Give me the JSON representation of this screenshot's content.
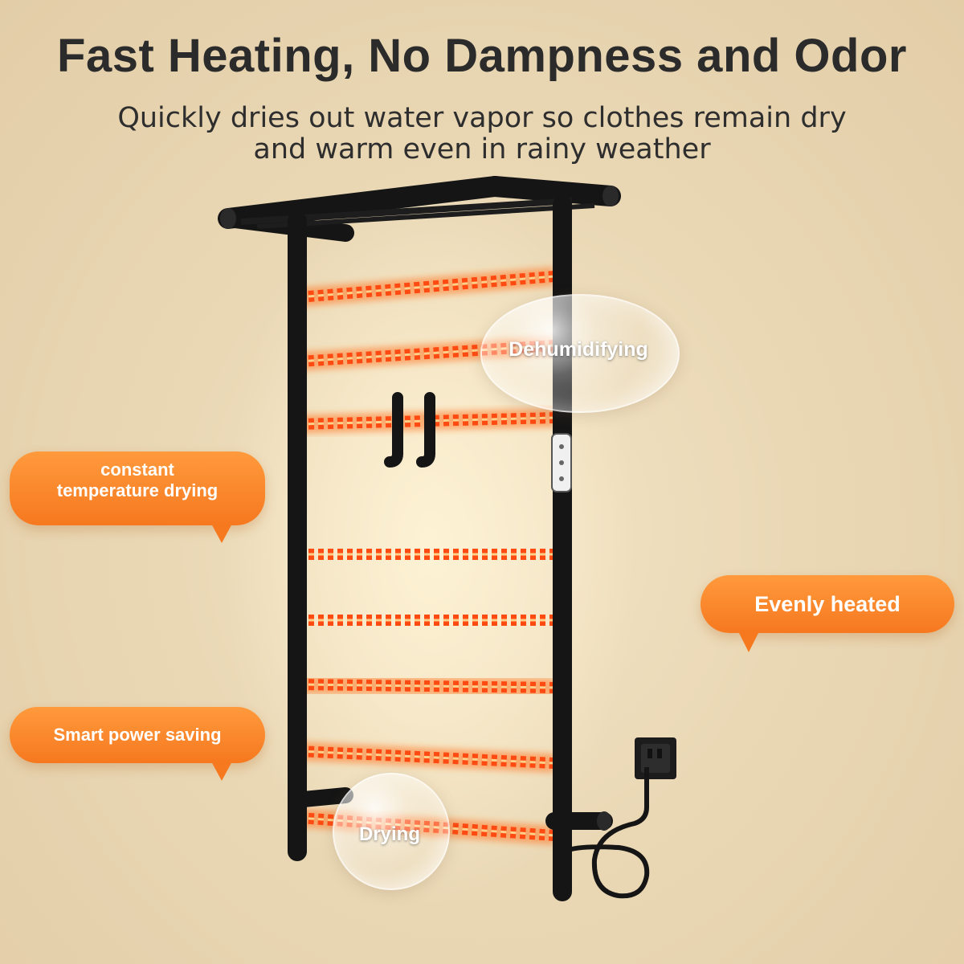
{
  "header": {
    "title": "Fast Heating, No Dampness and Odor",
    "subtitle_line1": "Quickly dries out water vapor so clothes remain dry",
    "subtitle_line2": "and warm even in rainy weather"
  },
  "callouts": {
    "constant_line1": "constant",
    "constant_line2": "temperature drying",
    "smart": "Smart power saving",
    "even": "Evenly heated"
  },
  "bubbles": {
    "dehumidifying": "Dehumidifying",
    "drying": "Drying"
  },
  "colors": {
    "background": "#ead8b5",
    "accent_orange": "#f6781f",
    "rack_black": "#151515",
    "heat_glow": "#ff5a1a"
  }
}
